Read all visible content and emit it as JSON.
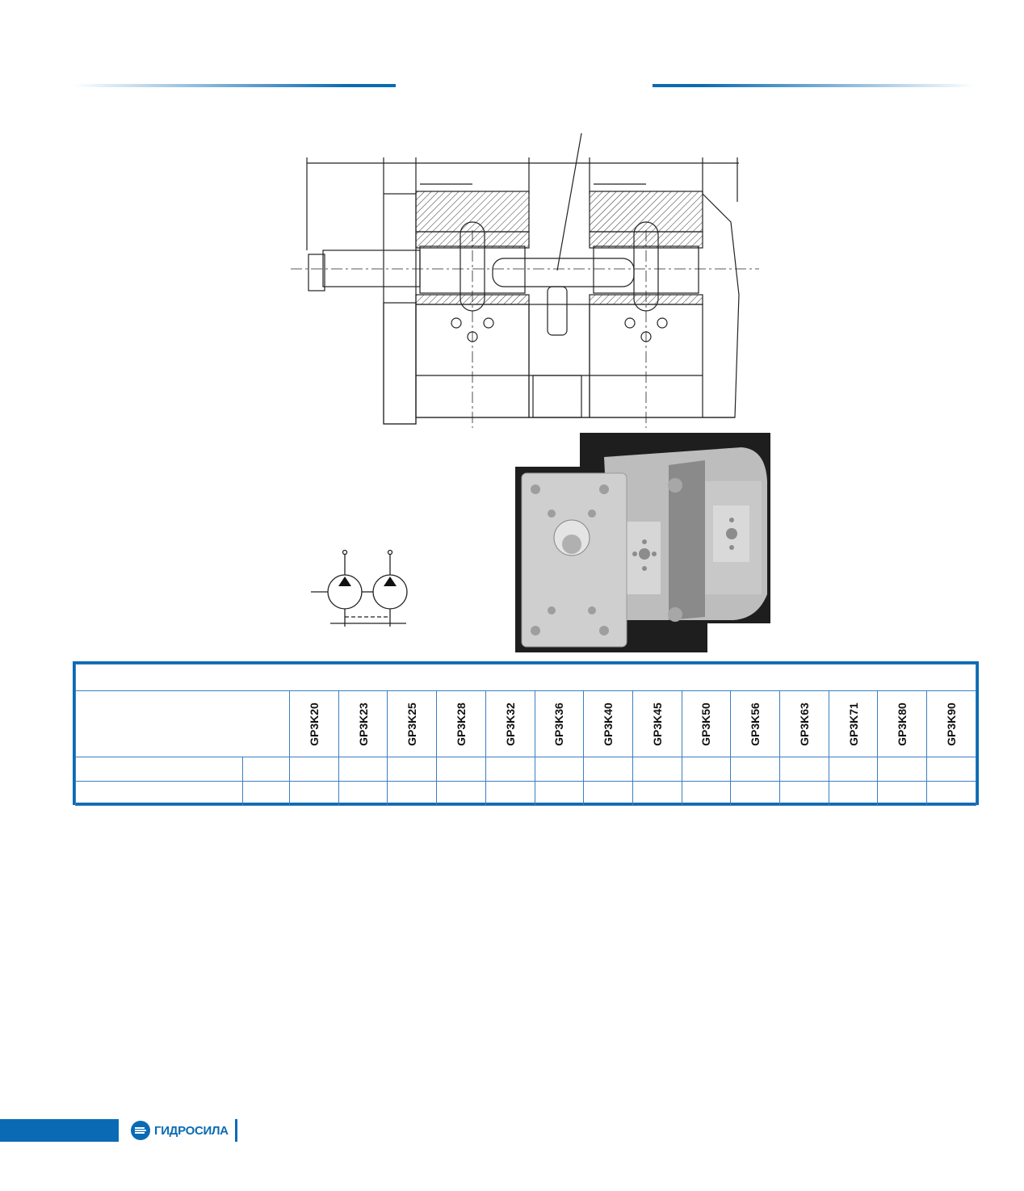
{
  "brand": {
    "name": "ГИДРОСИЛА"
  },
  "table": {
    "models": [
      "GP3K20",
      "GP3K23",
      "GP3K25",
      "GP3K28",
      "GP3K32",
      "GP3K36",
      "GP3K40",
      "GP3K45",
      "GP3K50",
      "GP3K56",
      "GP3K63",
      "GP3K71",
      "GP3K80",
      "GP3K90"
    ]
  },
  "colors": {
    "accent": "#0a6bb4"
  },
  "icons": [
    "gidrosila-logo-icon",
    "pump-symbol-icon"
  ]
}
